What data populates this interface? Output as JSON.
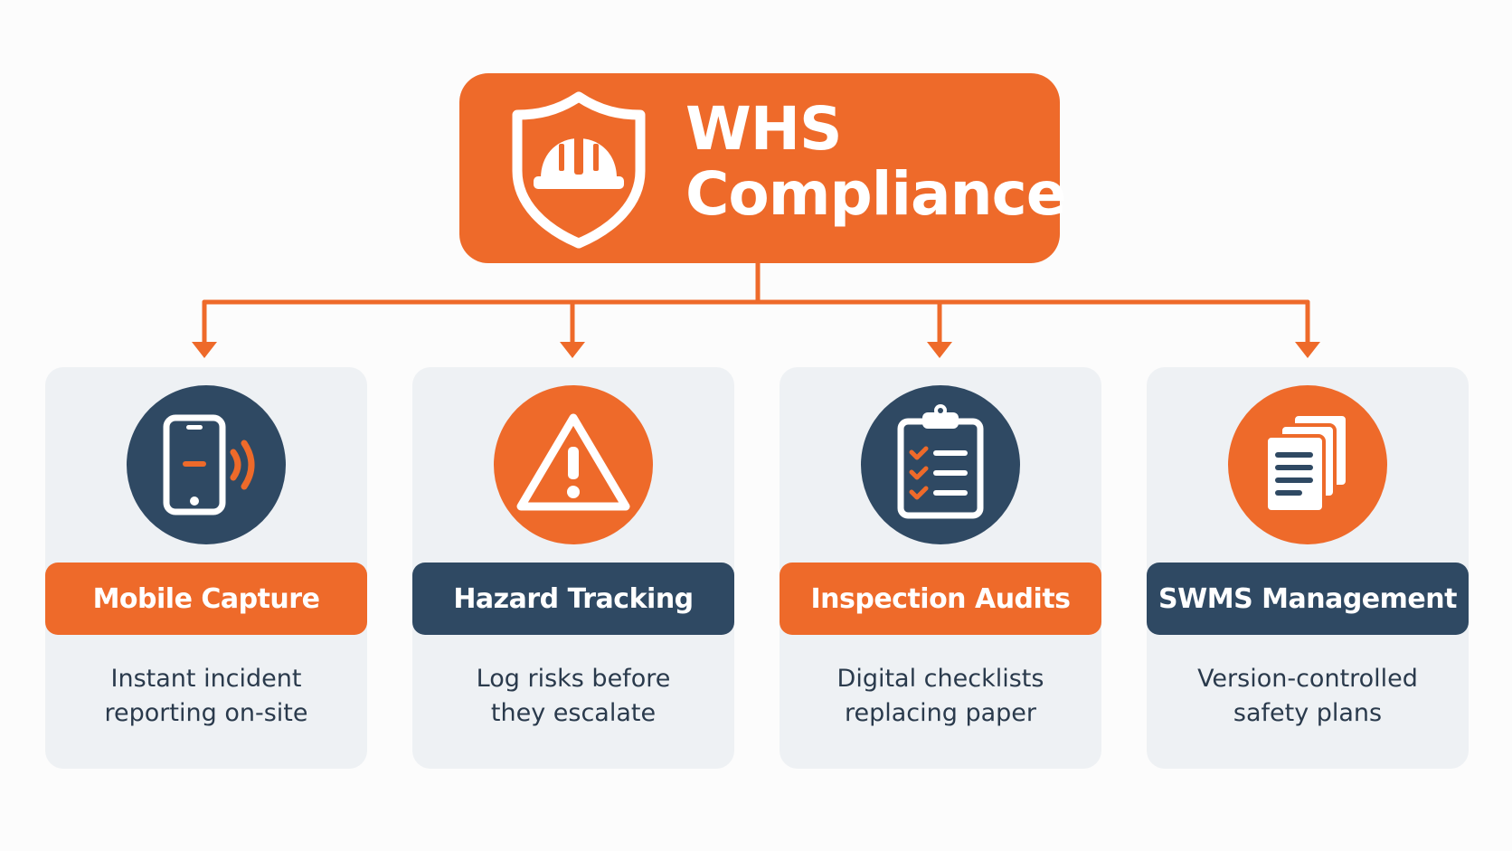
{
  "root": {
    "icon": "shield-hardhat-icon",
    "title_line1": "WHS",
    "title_line2": "Compliance"
  },
  "colors": {
    "accent": "#ee6a2a",
    "navy": "#2f4963",
    "card_bg": "#eef1f4",
    "text": "#2a3a4c"
  },
  "cards": [
    {
      "icon": "mobile-signal-icon",
      "title": "Mobile Capture",
      "desc_line1": "Instant incident",
      "desc_line2": "reporting on-site"
    },
    {
      "icon": "warning-triangle-icon",
      "title": "Hazard Tracking",
      "desc_line1": "Log risks before",
      "desc_line2": "they escalate"
    },
    {
      "icon": "clipboard-checklist-icon",
      "title": "Inspection Audits",
      "desc_line1": "Digital checklists",
      "desc_line2": "replacing paper"
    },
    {
      "icon": "document-stack-icon",
      "title": "SWMS Management",
      "desc_line1": "Version-controlled",
      "desc_line2": "safety plans"
    }
  ]
}
